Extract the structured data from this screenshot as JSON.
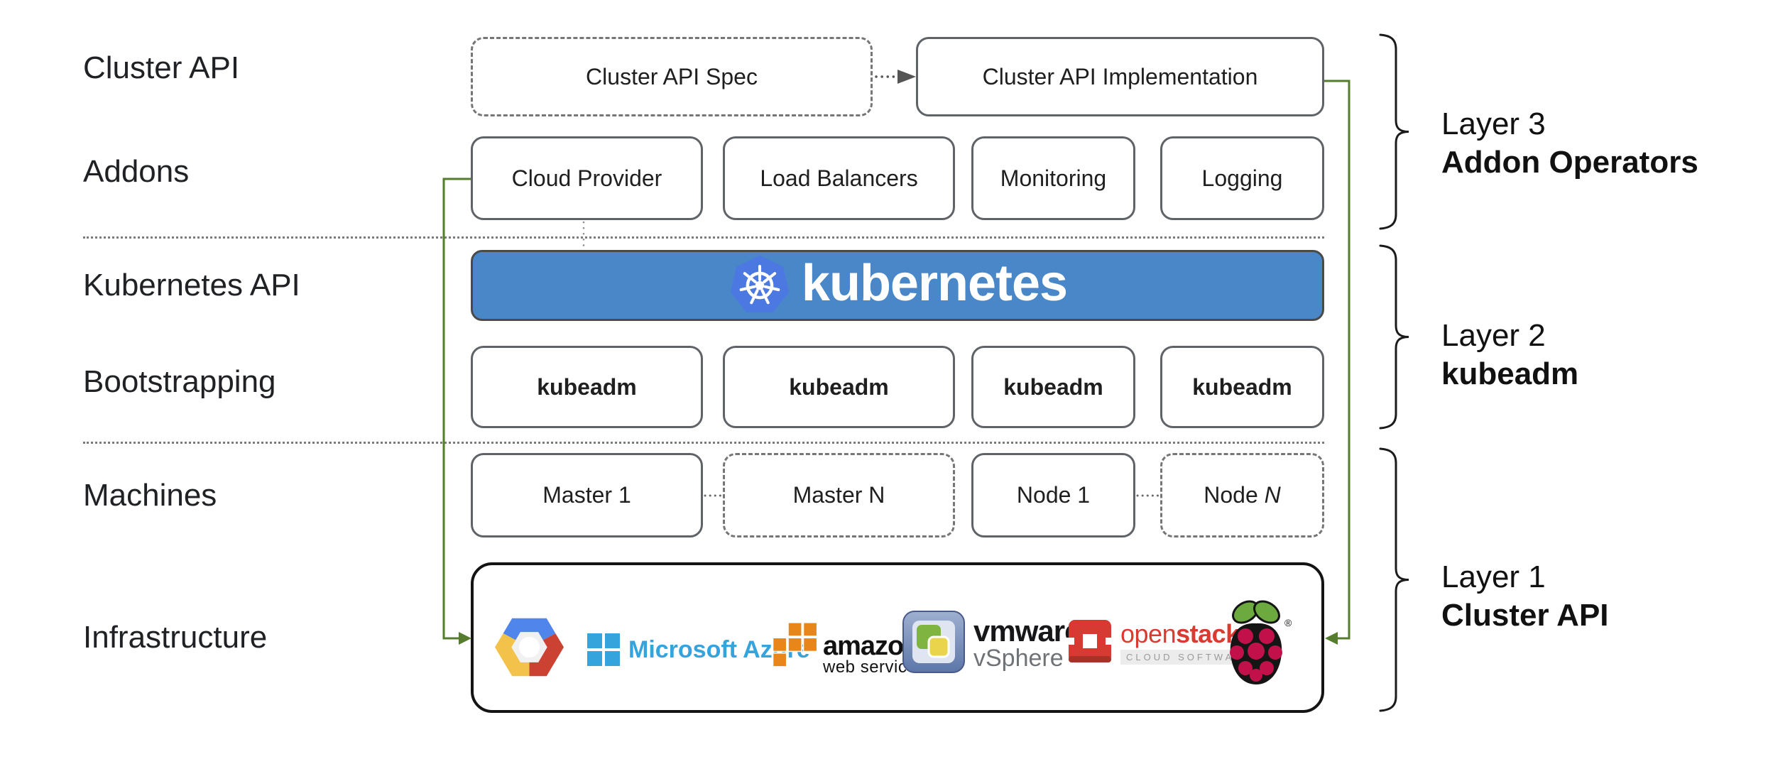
{
  "side_labels": {
    "row1": "Cluster API",
    "row2": "Addons",
    "row3": "Kubernetes API",
    "row4": "Bootstrapping",
    "row5": "Machines",
    "row6": "Infrastructure"
  },
  "top_row": {
    "spec": "Cluster API Spec",
    "impl": "Cluster API Implementation"
  },
  "addons": {
    "box1": "Cloud Provider",
    "box2": "Load Balancers",
    "box3": "Monitoring",
    "box4": "Logging"
  },
  "banner": {
    "wordmark": "kubernetes"
  },
  "bootstrapping": {
    "box1": "kubeadm",
    "box2": "kubeadm",
    "box3": "kubeadm",
    "box4": "kubeadm"
  },
  "machines": {
    "box1": "Master 1",
    "box2": "Master N",
    "box3": "Node 1",
    "box4_prefix": "Node ",
    "box4_n": "N"
  },
  "layers": {
    "layer3": {
      "line1": "Layer 3",
      "line2": "Addon Operators"
    },
    "layer2": {
      "line1": "Layer 2",
      "line2": "kubeadm"
    },
    "layer1": {
      "line1": "Layer 1",
      "line2": "Cluster API"
    }
  },
  "logos": {
    "gcp": "google-cloud-platform",
    "azure_text": "Microsoft Azure",
    "aws_line1": "amazon",
    "aws_line2": "web services",
    "vmware_line1": "vmware",
    "vmware_reg": "®",
    "vmware_line2": "vSphere",
    "openstack_part1": "open",
    "openstack_part2": "stack",
    "openstack_tm": "™",
    "openstack_sub": "CLOUD SOFTWARE",
    "rpi_reg": "®",
    "kubernetes_logo": "kubernetes-helm-wheel"
  },
  "colors": {
    "banner_blue": "#4A87C8",
    "k8s_logo_blue": "#4C78E2",
    "connector_green": "#567D2D",
    "box_border_gray": "#5F6368",
    "text_dark": "#1F1F1F"
  }
}
